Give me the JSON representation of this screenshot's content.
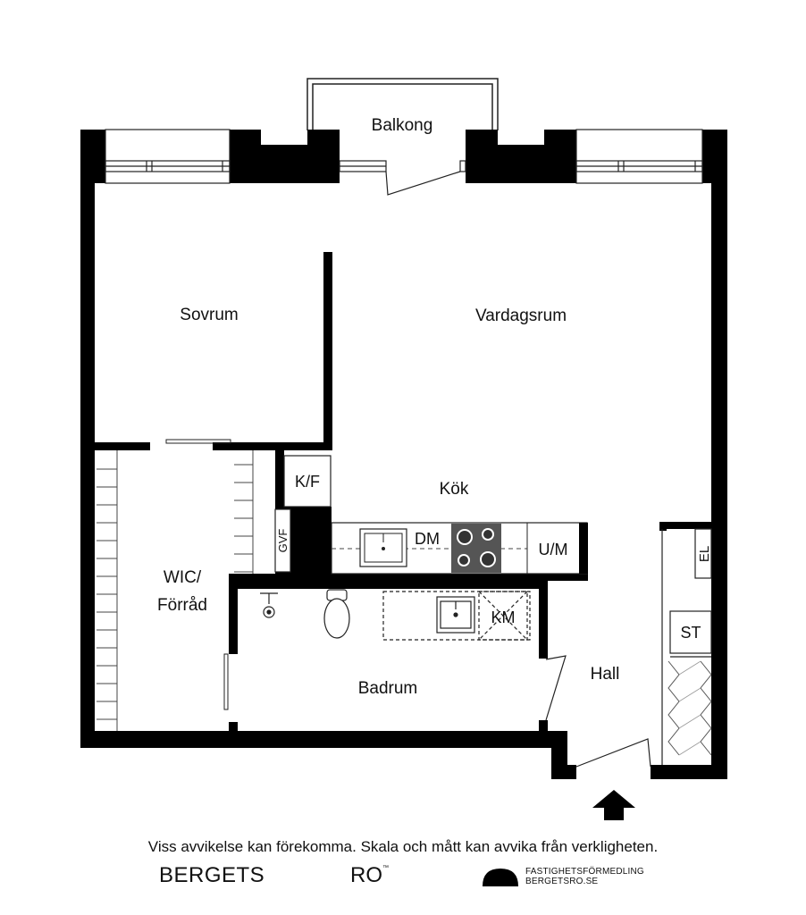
{
  "plan": {
    "rooms": {
      "balkong": "Balkong",
      "sovrum": "Sovrum",
      "vardagsrum": "Vardagsrum",
      "kok": "Kök",
      "wic": "WIC/",
      "forrad": "Förråd",
      "badrum": "Badrum",
      "hall": "Hall"
    },
    "fixtures": {
      "kf": "K/F",
      "dm": "DM",
      "um": "U/M",
      "gvf": "GVF",
      "km": "KM",
      "el": "EL",
      "st": "ST"
    }
  },
  "footer": {
    "disclaimer": "Viss avvikelse kan förekomma. Skala och mått kan avvika från verkligheten.",
    "brand_left": "BERGETS",
    "brand_right": "RO",
    "brand_tm": "™",
    "agency_line1": "FASTIGHETSFÖRMEDLING",
    "agency_line2": "BERGETSRO.SE"
  }
}
